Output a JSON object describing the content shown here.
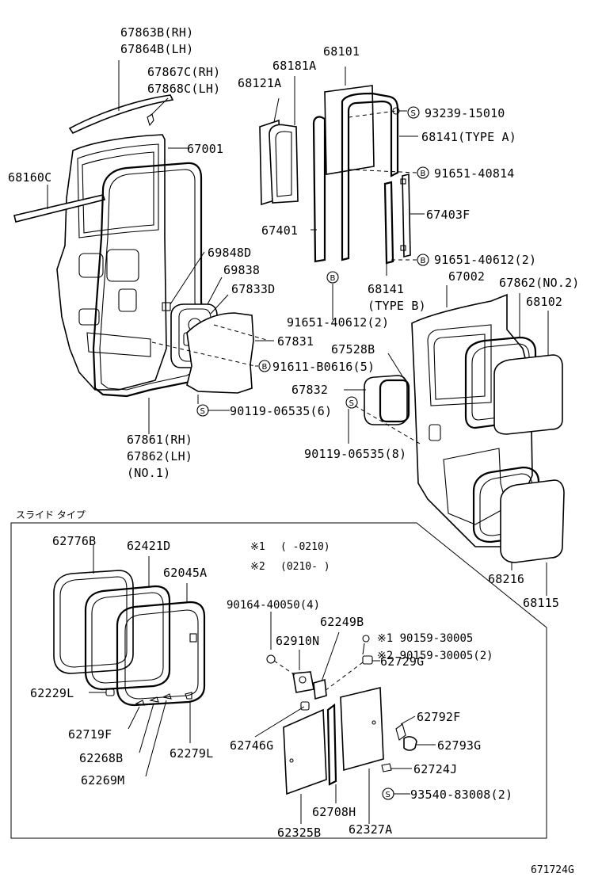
{
  "labels": {
    "p67863b": "67863B(RH)",
    "p67864b": "67864B(LH)",
    "p67867c": "67867C(RH)",
    "p67868c": "67868C(LH)",
    "p68181a": "68181A",
    "p68121a": "68121A",
    "p68101": "68101",
    "p93239": "93239-15010",
    "p68141a": "68141(TYPE A)",
    "p67001": "67001",
    "p68160c": "68160C",
    "p91651_814": "91651-40814",
    "p67403f": "67403F",
    "p67401": "67401",
    "p91651_612a": "91651-40612(2)",
    "p69848d": "69848D",
    "p69838": "69838",
    "p67833d": "67833D",
    "p68141b_1": "68141",
    "p68141b_2": "(TYPE B)",
    "p67002": "67002",
    "p67862no2": "67862(NO.2)",
    "p68102": "68102",
    "p91651_612b": "91651-40612(2)",
    "p67831": "67831",
    "p67528b": "67528B",
    "p91611": "91611-B0616(5)",
    "p67832": "67832",
    "p90119a": "90119-06535(6)",
    "p90119b": "90119-06535(8)",
    "p67861_1": "67861(RH)",
    "p67861_2": "67862(LH)",
    "p67861_3": "(NO.1)",
    "p68216": "68216",
    "p68115": "68115",
    "slide_type": "スライド タイプ",
    "p62776b": "62776B",
    "p62421d": "62421D",
    "p62045a": "62045A",
    "note1_mark": "※1",
    "note1_text": "(     -0210)",
    "note2_mark": "※2",
    "note2_text": "(0210-     )",
    "p90164": "90164-40050(4)",
    "p62249b": "62249B",
    "p90159a": "※1 90159-30005",
    "p90159b": "※2 90159-30005(2)",
    "p62910n": "62910N",
    "p62729g": "62729G",
    "p62229l": "62229L",
    "p62719f": "62719F",
    "p62268b": "62268B",
    "p62279l": "62279L",
    "p62269m": "62269M",
    "p62746g": "62746G",
    "p62792f": "62792F",
    "p62793g": "62793G",
    "p62724j": "62724J",
    "p93540": "93540-83008(2)",
    "p62708h": "62708H",
    "p62325b": "62325B",
    "p62327a": "62327A",
    "drawing_id": "671724G"
  },
  "symbols": {
    "screw": "S",
    "bolt": "B"
  }
}
